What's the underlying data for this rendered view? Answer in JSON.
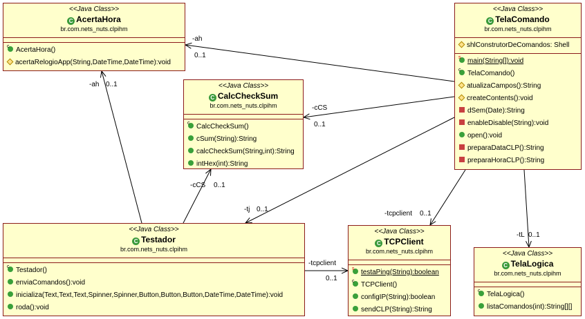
{
  "stereotype": "<<Java Class>>",
  "classes": {
    "acertaHora": {
      "name": "AcertaHora",
      "package": "br.com.nets_nuts.clpihm",
      "methods": [
        "AcertaHora()",
        "acertaRelogioApp(String,DateTime,DateTime):void"
      ]
    },
    "telaComando": {
      "name": "TelaComando",
      "package": "br.com.nets_nuts.clpihm",
      "fields": [
        "shlConstrutorDeComandos: Shell"
      ],
      "methods": [
        "main(String[]):void",
        "TelaComando()",
        "atualizaCampos():String",
        "createContents():void",
        "dSem(Date):String",
        "enableDisable(String):void",
        "open():void",
        "preparaDataCLP():String",
        "preparaHoraCLP():String"
      ]
    },
    "calcCheckSum": {
      "name": "CalcCheckSum",
      "package": "br.com.nets_nuts.clpihm",
      "methods": [
        "CalcCheckSum()",
        "cSum(String):String",
        "calcCheckSum(String,int):String",
        "intHex(int):String"
      ]
    },
    "testador": {
      "name": "Testador",
      "package": "br.com.nets_nuts.clpihm",
      "methods": [
        "Testador()",
        "enviaComandos():void",
        "inicializa(Text,Text,Text,Spinner,Spinner,Button,Button,Button,DateTime,DateTime):void",
        "roda():void"
      ]
    },
    "tcpClient": {
      "name": "TCPClient",
      "package": "br.com.nets_nuts.clpihm",
      "methods": [
        "testaPing(String):boolean",
        "TCPClient()",
        "configIP(String):boolean",
        "sendCLP(String):String"
      ]
    },
    "telaLogica": {
      "name": "TelaLogica",
      "package": "br.com.nets_nuts.clpihm",
      "methods": [
        "TelaLogica()",
        "listaComandos(int):String[][]"
      ]
    }
  },
  "associations": [
    {
      "from": "TelaComando",
      "to": "AcertaHora",
      "role": "-ah",
      "multiplicity": "0..1"
    },
    {
      "from": "TelaComando",
      "to": "CalcCheckSum",
      "role": "-cCS",
      "multiplicity": "0..1"
    },
    {
      "from": "TelaComando",
      "to": "Testador",
      "role": "-tj",
      "multiplicity": "0..1"
    },
    {
      "from": "TelaComando",
      "to": "TCPClient",
      "role": "-tcpclient",
      "multiplicity": "0..1"
    },
    {
      "from": "TelaComando",
      "to": "TelaLogica",
      "role": "-tL",
      "multiplicity": "0..1"
    },
    {
      "from": "Testador",
      "to": "AcertaHora",
      "role": "-ah",
      "multiplicity": "0..1"
    },
    {
      "from": "Testador",
      "to": "CalcCheckSum",
      "role": "-cCS",
      "multiplicity": "0..1"
    },
    {
      "from": "Testador",
      "to": "TCPClient",
      "role": "-tcpclient",
      "multiplicity": "0..1"
    }
  ]
}
